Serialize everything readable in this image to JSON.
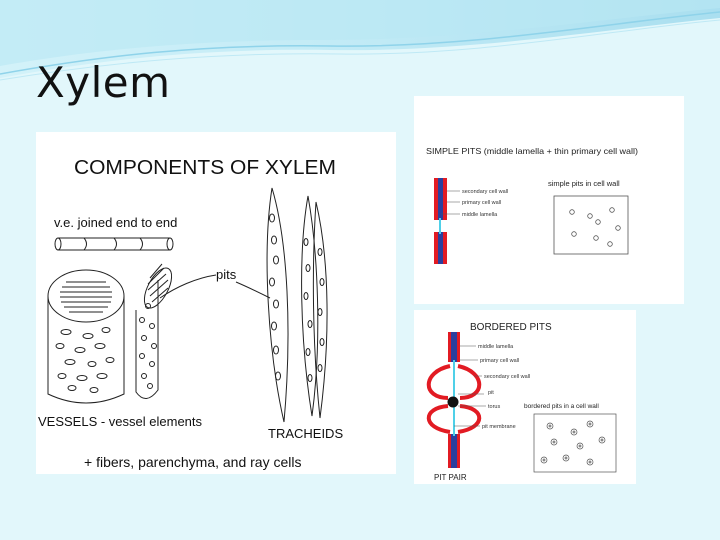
{
  "slide": {
    "title": "Xylem"
  },
  "figure_left": {
    "heading": "COMPONENTS OF XYLEM",
    "ve_label": "v.e. joined end to end",
    "pits_label": "pits",
    "vessels_label": "VESSELS - vessel elements",
    "tracheids_label": "TRACHEIDS",
    "footer": "+ fibers, parenchyma, and ray cells"
  },
  "figure_top_right": {
    "heading": "SIMPLE PITS (middle lamella + thin primary cell wall)",
    "label_secondary": "secondary cell wall",
    "label_primary": "primary cell wall",
    "label_middle": "middle lamella",
    "label_box": "simple pits in cell wall"
  },
  "figure_bottom_right": {
    "heading": "BORDERED PITS",
    "label_middle": "middle lamella",
    "label_primary": "primary cell wall",
    "label_secondary": "secondary cell wall",
    "label_pit": "pit",
    "label_torus": "torus",
    "label_membrane": "pit membrane",
    "label_box": "bordered pits in a cell wall",
    "label_pair": "PIT PAIR"
  },
  "colors": {
    "background": "#e2f7fb",
    "wave": "#8fd3ea",
    "red": "#e21b23",
    "blue": "#2b3f9e",
    "cyan": "#4fd0e8"
  }
}
